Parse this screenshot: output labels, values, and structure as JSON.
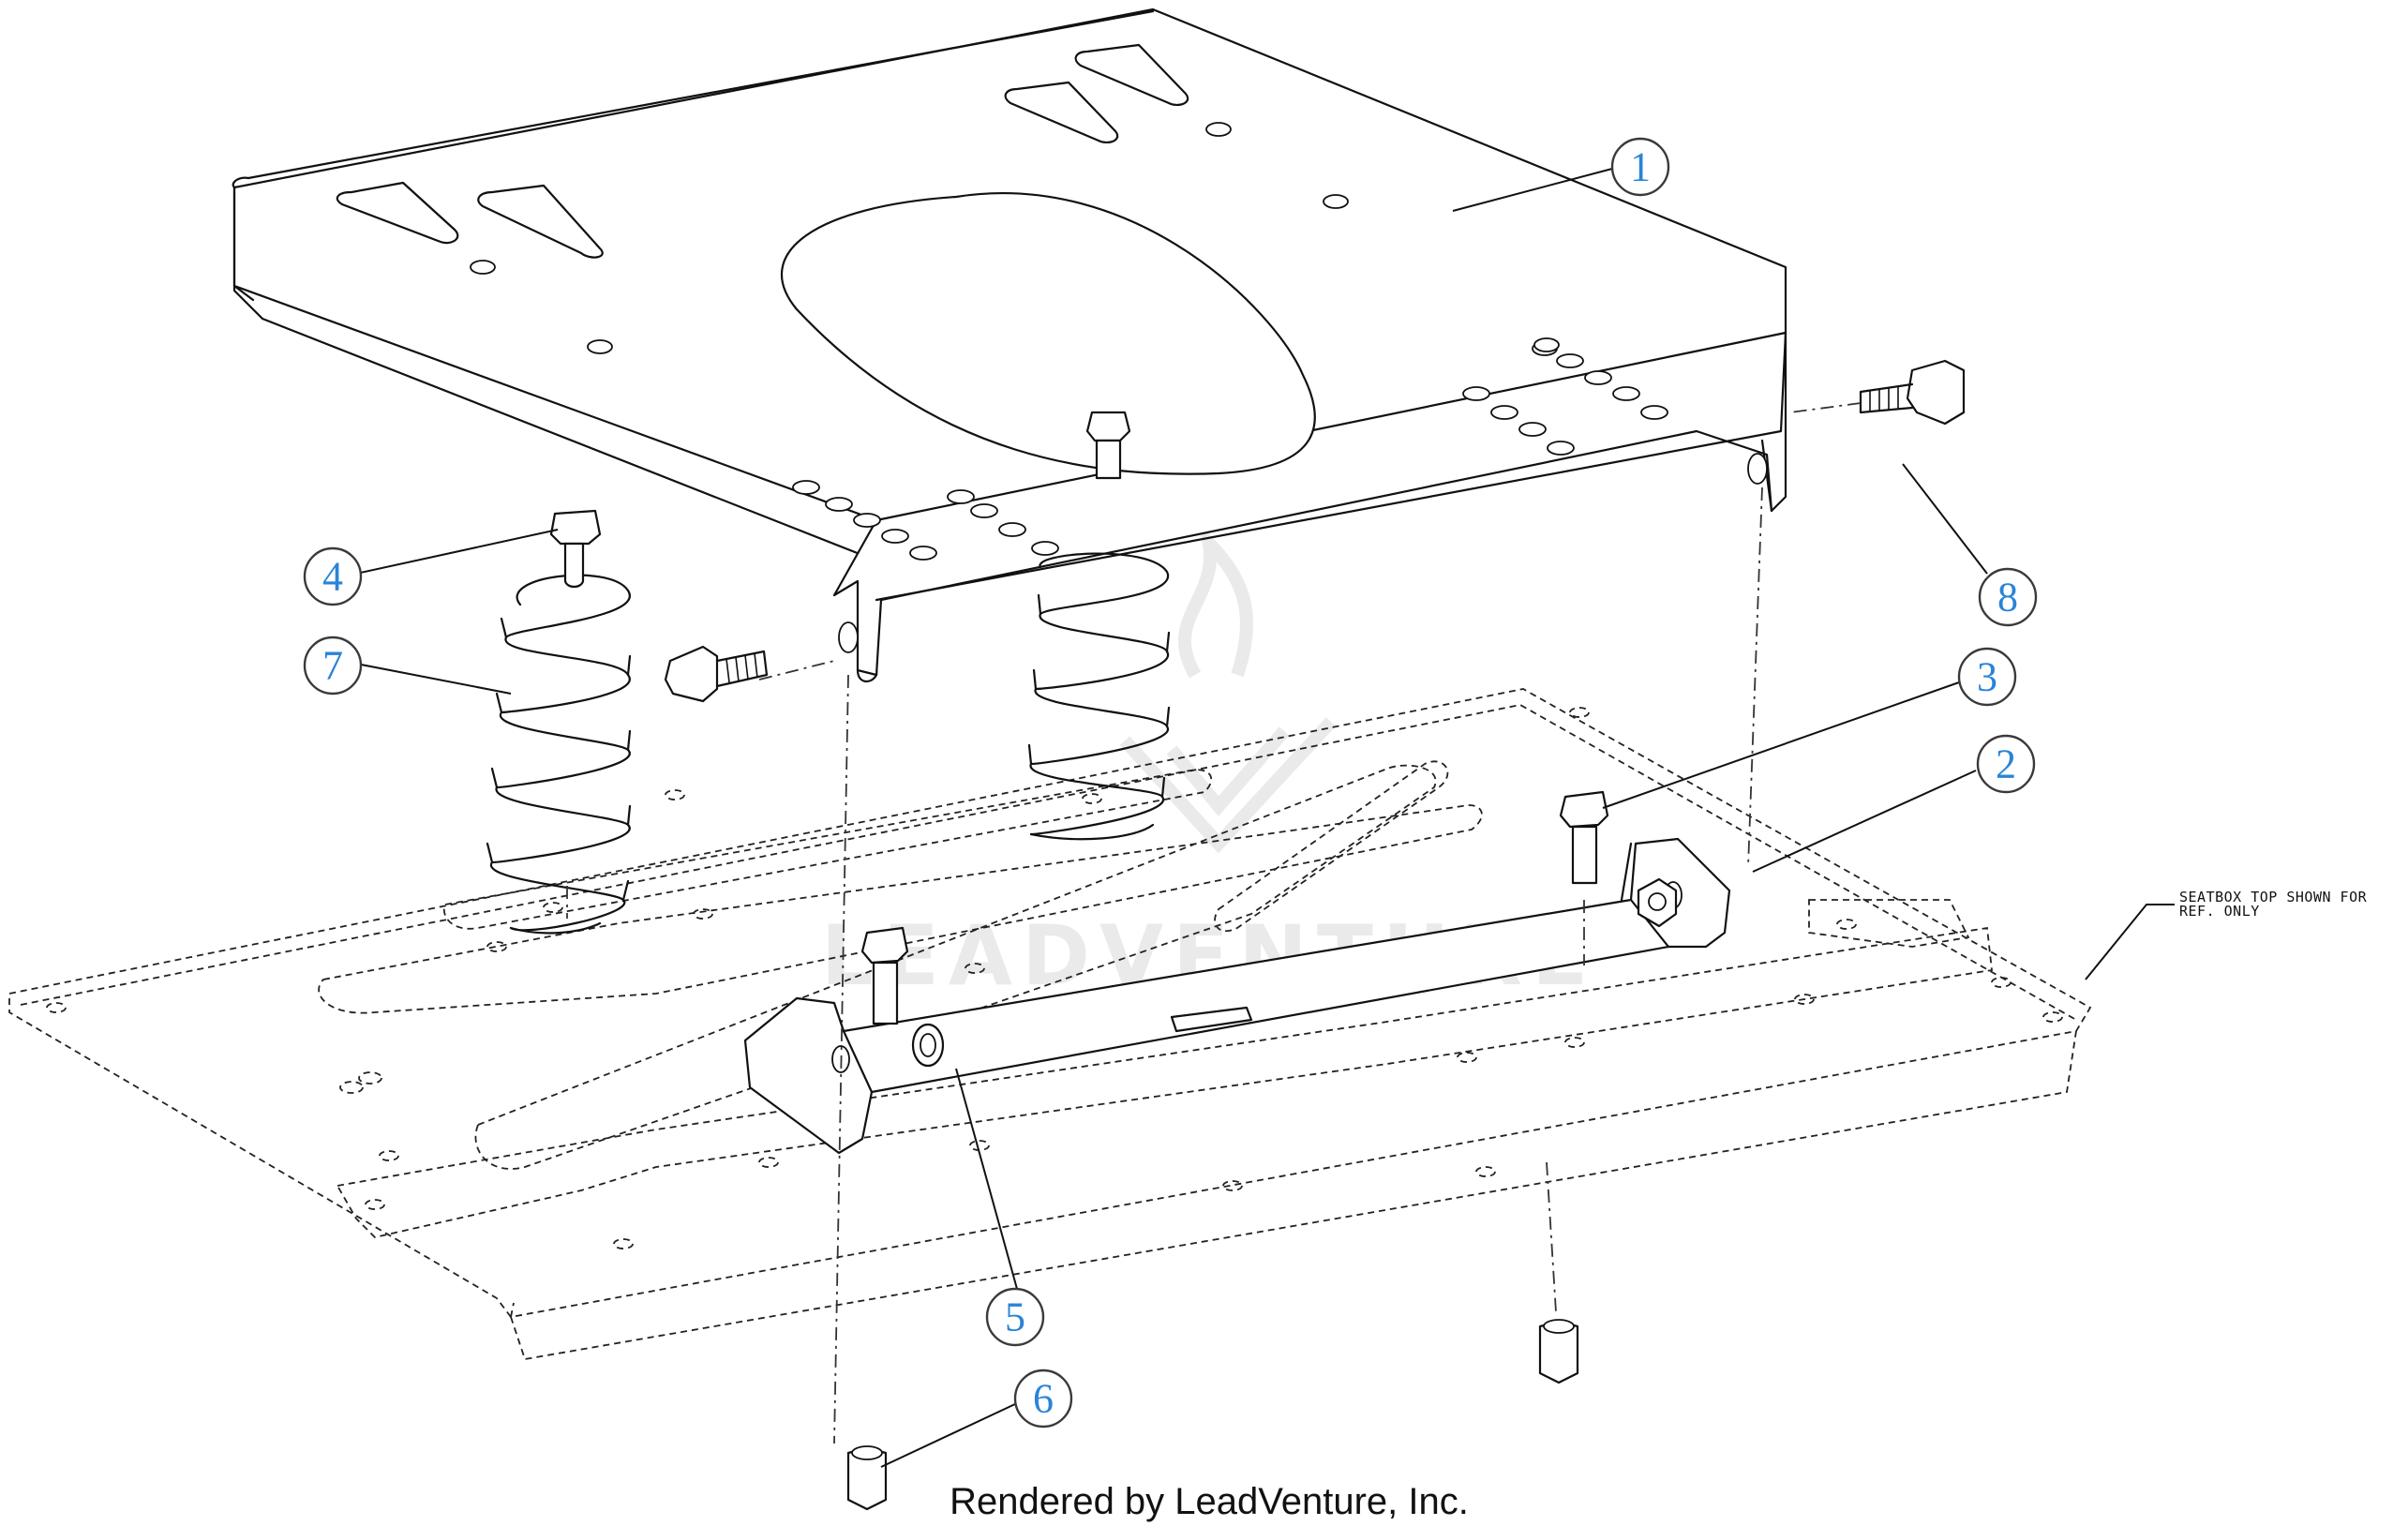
{
  "callouts": [
    {
      "id": "1",
      "label": "1"
    },
    {
      "id": "2",
      "label": "2"
    },
    {
      "id": "3",
      "label": "3"
    },
    {
      "id": "4",
      "label": "4"
    },
    {
      "id": "5",
      "label": "5"
    },
    {
      "id": "6",
      "label": "6"
    },
    {
      "id": "7",
      "label": "7"
    },
    {
      "id": "8",
      "label": "8"
    }
  ],
  "note": {
    "line1": "SEATBOX TOP SHOWN FOR",
    "line2": "REF. ONLY"
  },
  "watermark": {
    "text": "LEADVENTURE"
  },
  "footer": {
    "text": "Rendered by LeadVenture, Inc."
  },
  "colors": {
    "callout_number": "#2a84d8",
    "line": "#111111",
    "background": "#ffffff"
  }
}
